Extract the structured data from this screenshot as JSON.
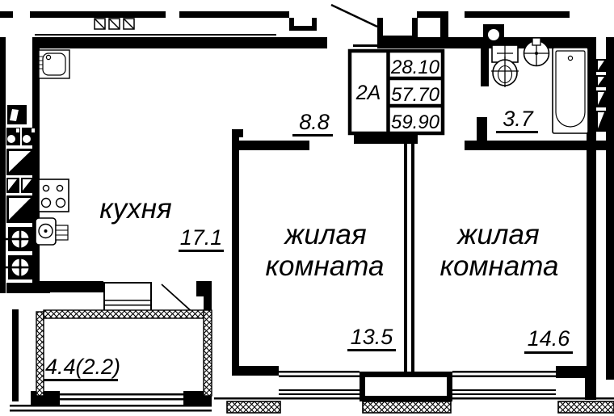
{
  "rooms": {
    "kitchen": {
      "name": "кухня",
      "area": "17.1"
    },
    "living1": {
      "name1": "жилая",
      "name2": "комната",
      "area": "13.5"
    },
    "living2": {
      "name1": "жилая",
      "name2": "комната",
      "area": "14.6"
    },
    "hallway": {
      "area": "8.8"
    },
    "bathroom": {
      "area": "3.7"
    },
    "balcony": {
      "area": "4.4(2.2)"
    }
  },
  "info_table": {
    "unit": "2А",
    "values": [
      "28.10",
      "57.70",
      "59.90"
    ]
  },
  "fixtures": {
    "kitchen_sink": "sink",
    "stove": "stove",
    "boiler": "boiler",
    "toilet": "toilet",
    "washbasin": "washbasin",
    "bathtub": "bathtub",
    "radiator": "radiator",
    "vent_shafts": "ventilation-shafts",
    "risers": "pipe-risers"
  },
  "colors": {
    "ink": "#000000",
    "paper": "#ffffff"
  }
}
